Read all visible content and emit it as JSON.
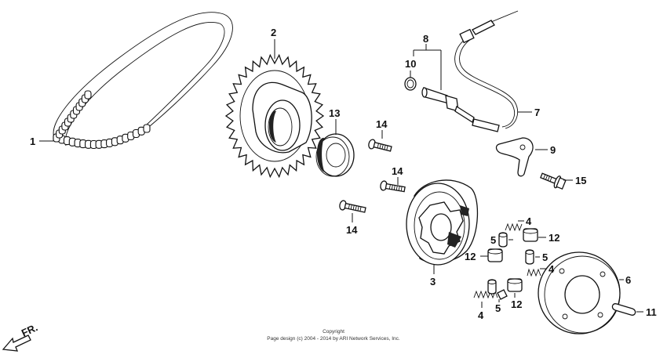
{
  "labels": {
    "p1": "1",
    "p2": "2",
    "p3": "3",
    "p4a": "4",
    "p4b": "4",
    "p4c": "4",
    "p5a": "5",
    "p5b": "5",
    "p5c": "5",
    "p6": "6",
    "p7": "7",
    "p8": "8",
    "p9": "9",
    "p10": "10",
    "p11": "11",
    "p12a": "12",
    "p12b": "12",
    "p12c": "12",
    "p13": "13",
    "p14a": "14",
    "p14b": "14",
    "p14c": "14",
    "p15": "15"
  },
  "front_indicator": "FR.",
  "copyright": {
    "line1": "Copyright",
    "line2": "Page design (c) 2004 - 2014 by ARI Network Services, Inc."
  }
}
